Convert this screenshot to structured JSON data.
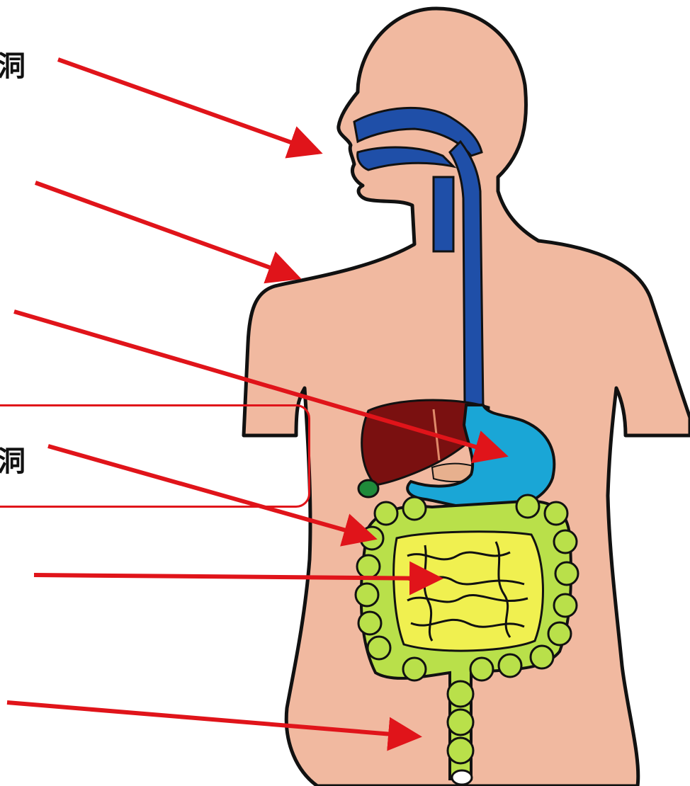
{
  "colors": {
    "skin": "#f1b9a0",
    "outline": "#111111",
    "airway_dark_blue": "#1f4fa8",
    "stomach_cyan": "#1aa6d6",
    "liver": "#7a1010",
    "gallbladder": "#1f8a3a",
    "large_intestine": "#b9e04a",
    "small_intestine": "#f0f050",
    "arrow": "#e0141a",
    "highlight_box": "#e0141a"
  },
  "labels": {
    "top_char": "洞",
    "mid_char": "洞"
  },
  "arrows": [
    {
      "target": "mouth-and-nasal-cavity"
    },
    {
      "target": "shoulder"
    },
    {
      "target": "stomach"
    },
    {
      "target": "large-intestine"
    },
    {
      "target": "small-intestine"
    },
    {
      "target": "lower-abdomen"
    }
  ]
}
